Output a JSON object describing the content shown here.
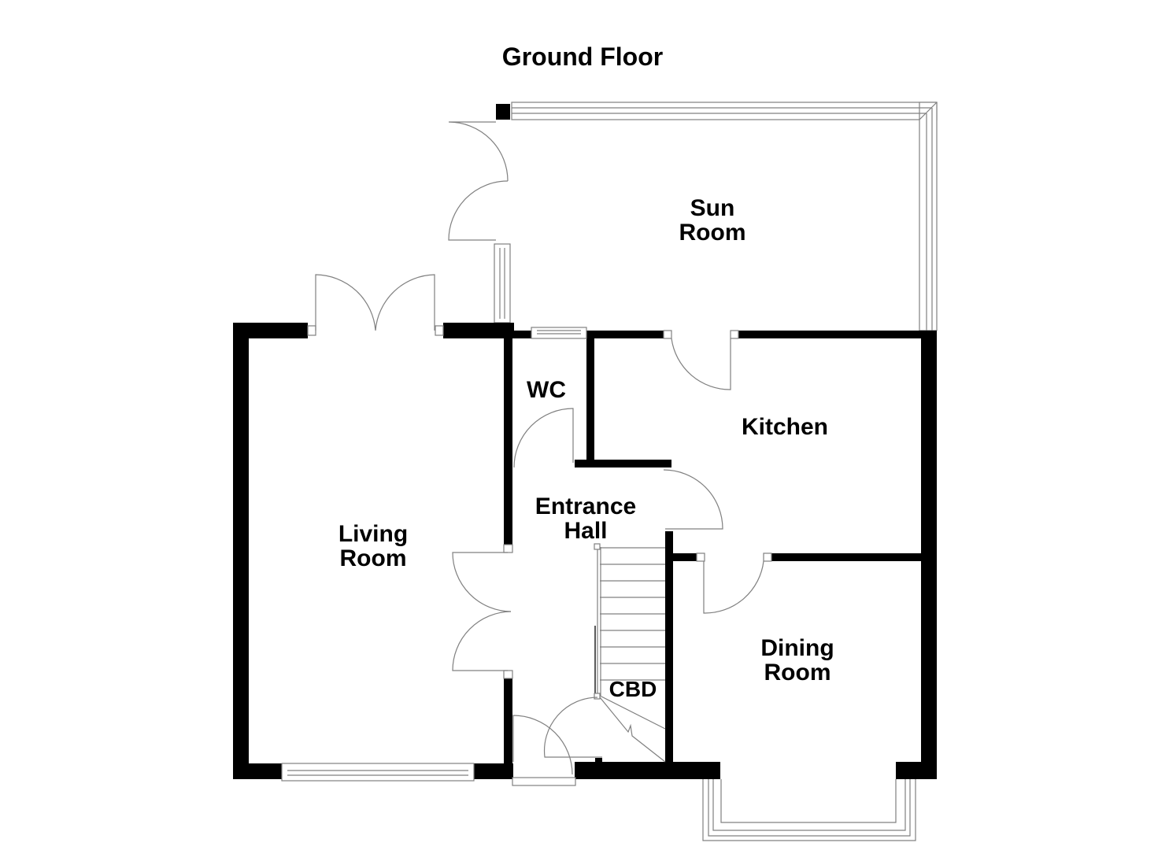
{
  "title": "Ground Floor",
  "colors": {
    "wall": "#000000",
    "line": "#808080",
    "background": "#ffffff"
  },
  "rooms": [
    {
      "id": "sun-room",
      "line1": "Sun",
      "line2": "Room"
    },
    {
      "id": "living-room",
      "line1": "Living",
      "line2": "Room"
    },
    {
      "id": "wc",
      "line1": "WC",
      "line2": ""
    },
    {
      "id": "kitchen",
      "line1": "Kitchen",
      "line2": ""
    },
    {
      "id": "entrance-hall",
      "line1": "Entrance",
      "line2": "Hall"
    },
    {
      "id": "dining-room",
      "line1": "Dining",
      "line2": "Room"
    },
    {
      "id": "cbd",
      "line1": "CBD",
      "line2": ""
    }
  ]
}
